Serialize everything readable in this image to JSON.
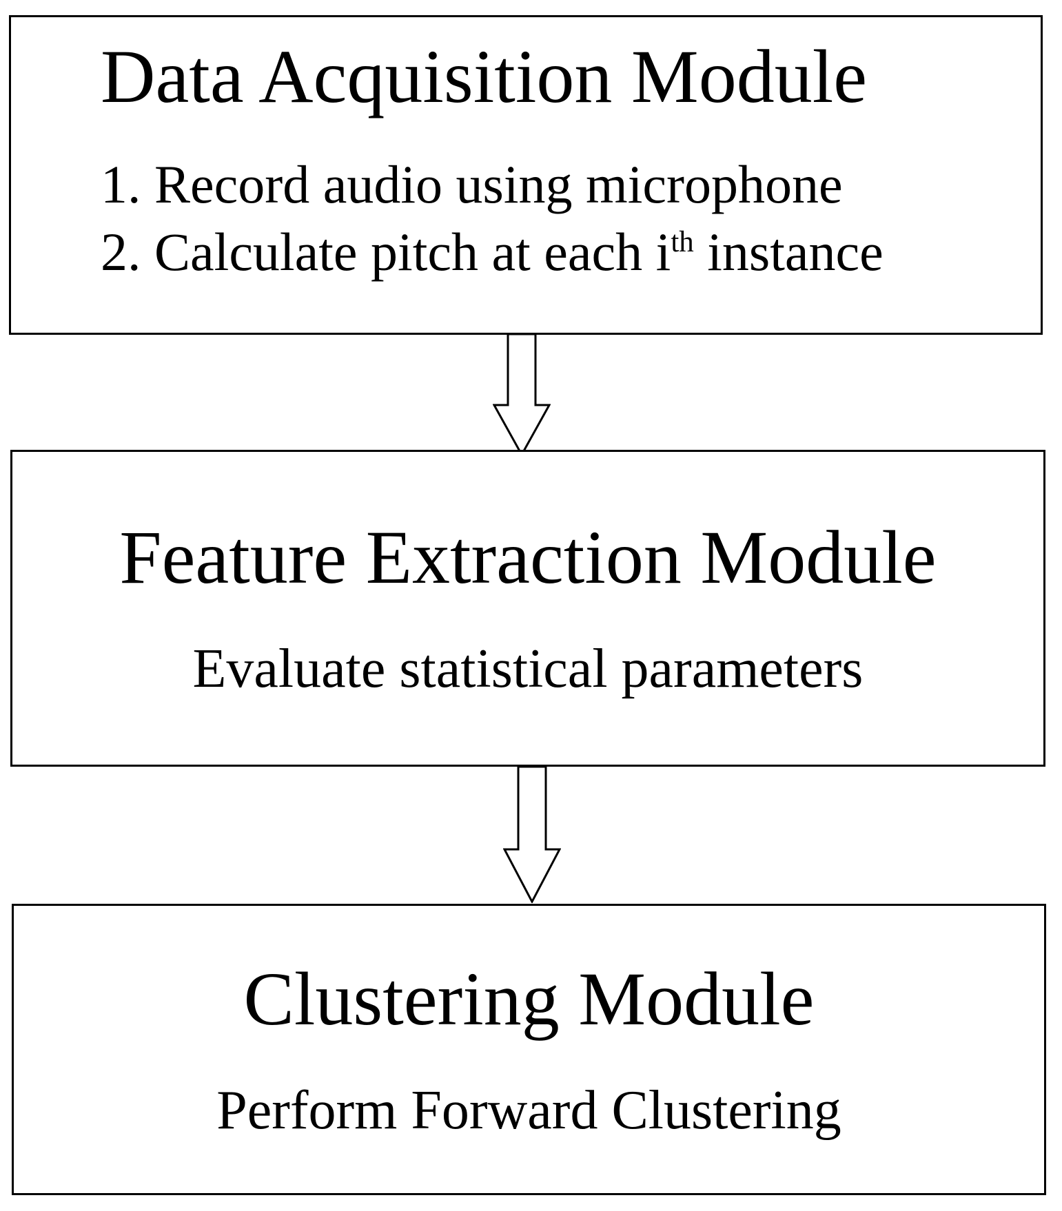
{
  "page": {
    "background_color": "#ffffff",
    "stroke_color": "#000000",
    "text_color": "#000000"
  },
  "flowchart": {
    "boxes": {
      "data_acquisition": {
        "title": "Data Acquisition Module",
        "items": {
          "item1": "1. Record audio using microphone",
          "item2_prefix": "2. Calculate pitch at each i",
          "item2_superscript": "th",
          "item2_suffix": " instance"
        }
      },
      "feature_extraction": {
        "title": "Feature Extraction Module",
        "subtitle": "Evaluate statistical parameters"
      },
      "clustering": {
        "title": "Clustering Module",
        "subtitle": "Perform Forward Clustering"
      }
    },
    "connectors": {
      "arrow1_icon": "down-arrow",
      "arrow2_icon": "down-arrow"
    }
  }
}
